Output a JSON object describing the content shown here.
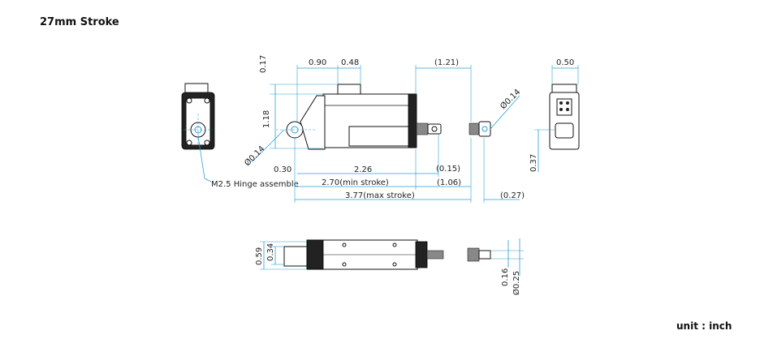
{
  "title": "27mm Stroke",
  "unit": "unit : inch",
  "front": {
    "dim_height_total": "0.17",
    "dim_body_height": "1.18",
    "dim_090": "0.90",
    "dim_048": "0.48",
    "dim_121": "(1.21)",
    "dim_hole": "Ø0.14",
    "dim_hole_right": "Ø0.14",
    "dim_030": "0.30",
    "dim_226": "2.26",
    "dim_015": "(0.15)",
    "dim_min": "2.70(min stroke)",
    "dim_106": "(1.06)",
    "dim_max": "3.77(max stroke)",
    "dim_027": "(0.27)"
  },
  "side": {
    "dim_050": "0.50",
    "dim_037": "0.37"
  },
  "left_view": {
    "callout": "M2.5 Hinge assemble"
  },
  "bottom": {
    "dim_059": "0.59",
    "dim_034": "0.34",
    "dim_016": "0.16",
    "dim_025": "Ø0.25"
  }
}
